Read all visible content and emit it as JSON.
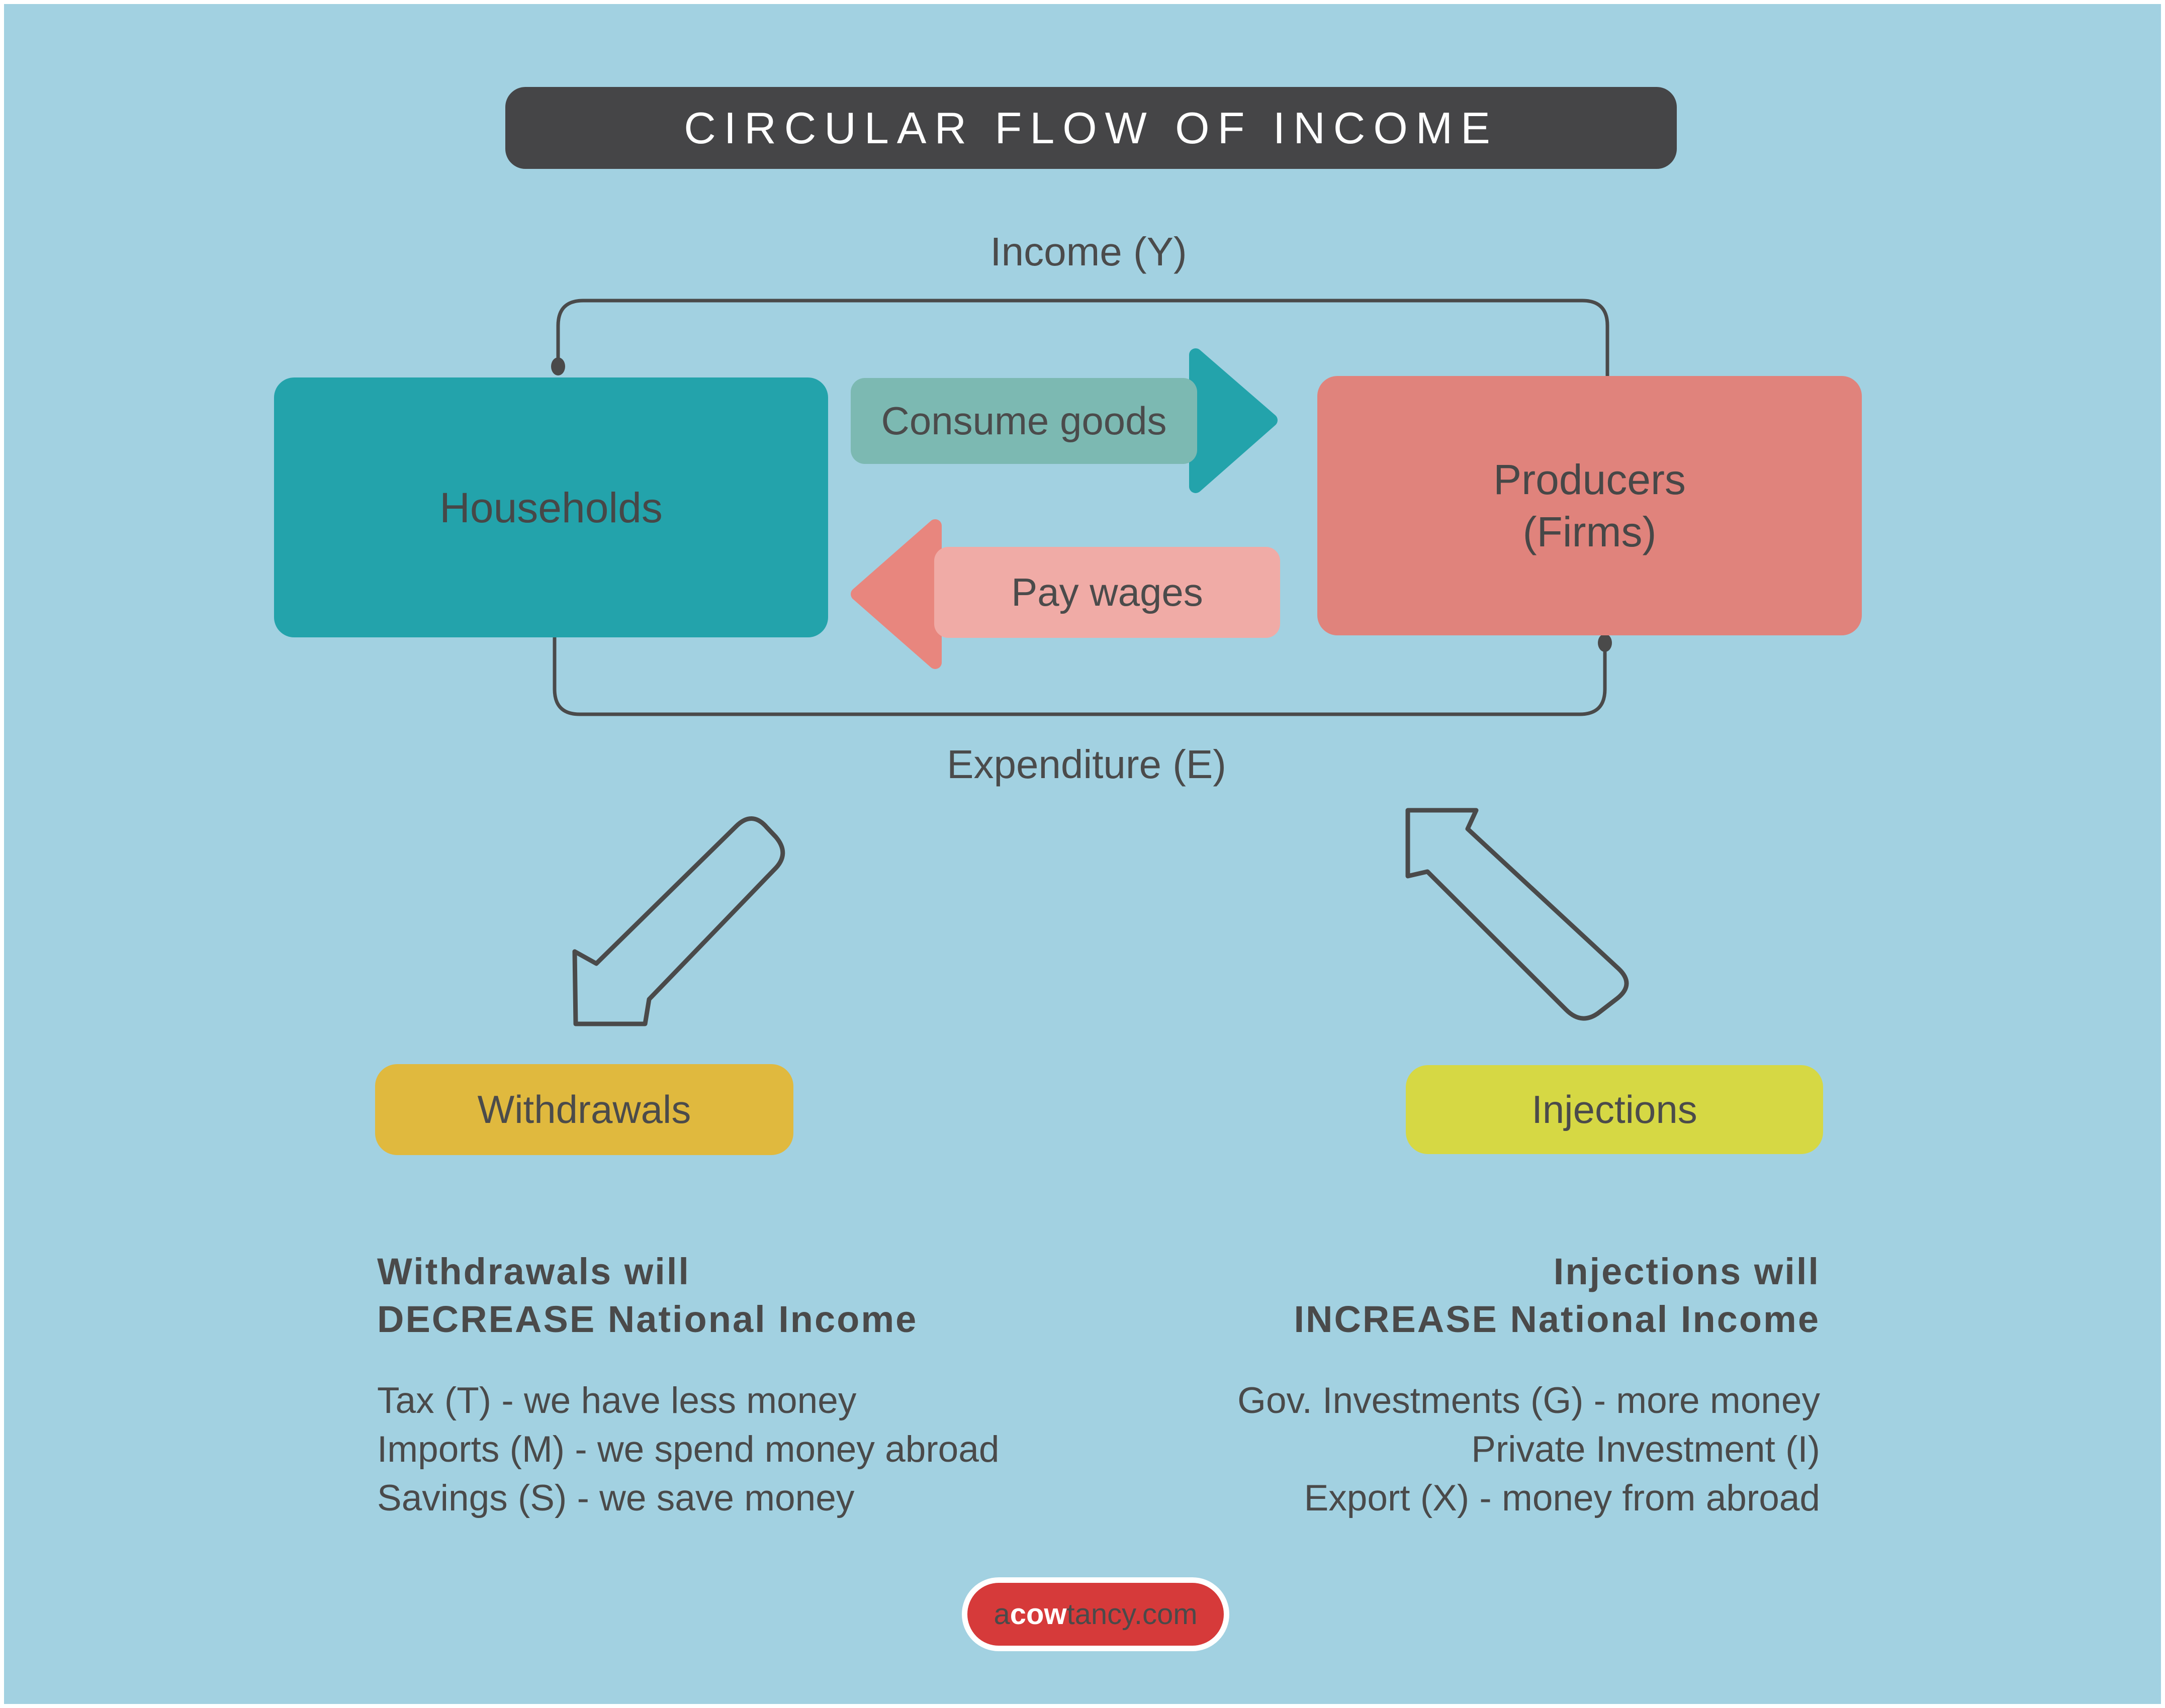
{
  "title": "CIRCULAR FLOW OF INCOME",
  "flow": {
    "top_label": "Income (Y)",
    "bottom_label": "Expenditure (E)",
    "households": "Households",
    "producers_line1": "Producers",
    "producers_line2": "(Firms)",
    "consume_label": "Consume goods",
    "wages_label": "Pay wages"
  },
  "withdrawals": {
    "button": "Withdrawals",
    "heading_line1": "Withdrawals will",
    "heading_line2": "DECREASE National Income",
    "items": [
      "Tax (T) - we have less money",
      "Imports (M) - we spend money abroad",
      "Savings (S) - we save money"
    ]
  },
  "injections": {
    "button": "Injections",
    "heading_line1": "Injections will",
    "heading_line2": "INCREASE National Income",
    "items": [
      "Gov. Investments (G) - more money",
      "Private Investment (I)",
      "Export (X) - money from abroad"
    ]
  },
  "footer": {
    "logo_prefix": "a",
    "logo_bold": "cow",
    "logo_suffix": "tancy.com"
  },
  "colors": {
    "background": "#a2d1e1",
    "title_bar": "#454547",
    "teal": "#23a3ab",
    "sage": "#7cb9b2",
    "salmon": "#e0837c",
    "salmon_head": "#e8867e",
    "pink": "#f0aba6",
    "gold": "#e0b93e",
    "lime": "#d6d844",
    "ink": "#4a4a4a",
    "logo_red": "#d63a3a"
  }
}
